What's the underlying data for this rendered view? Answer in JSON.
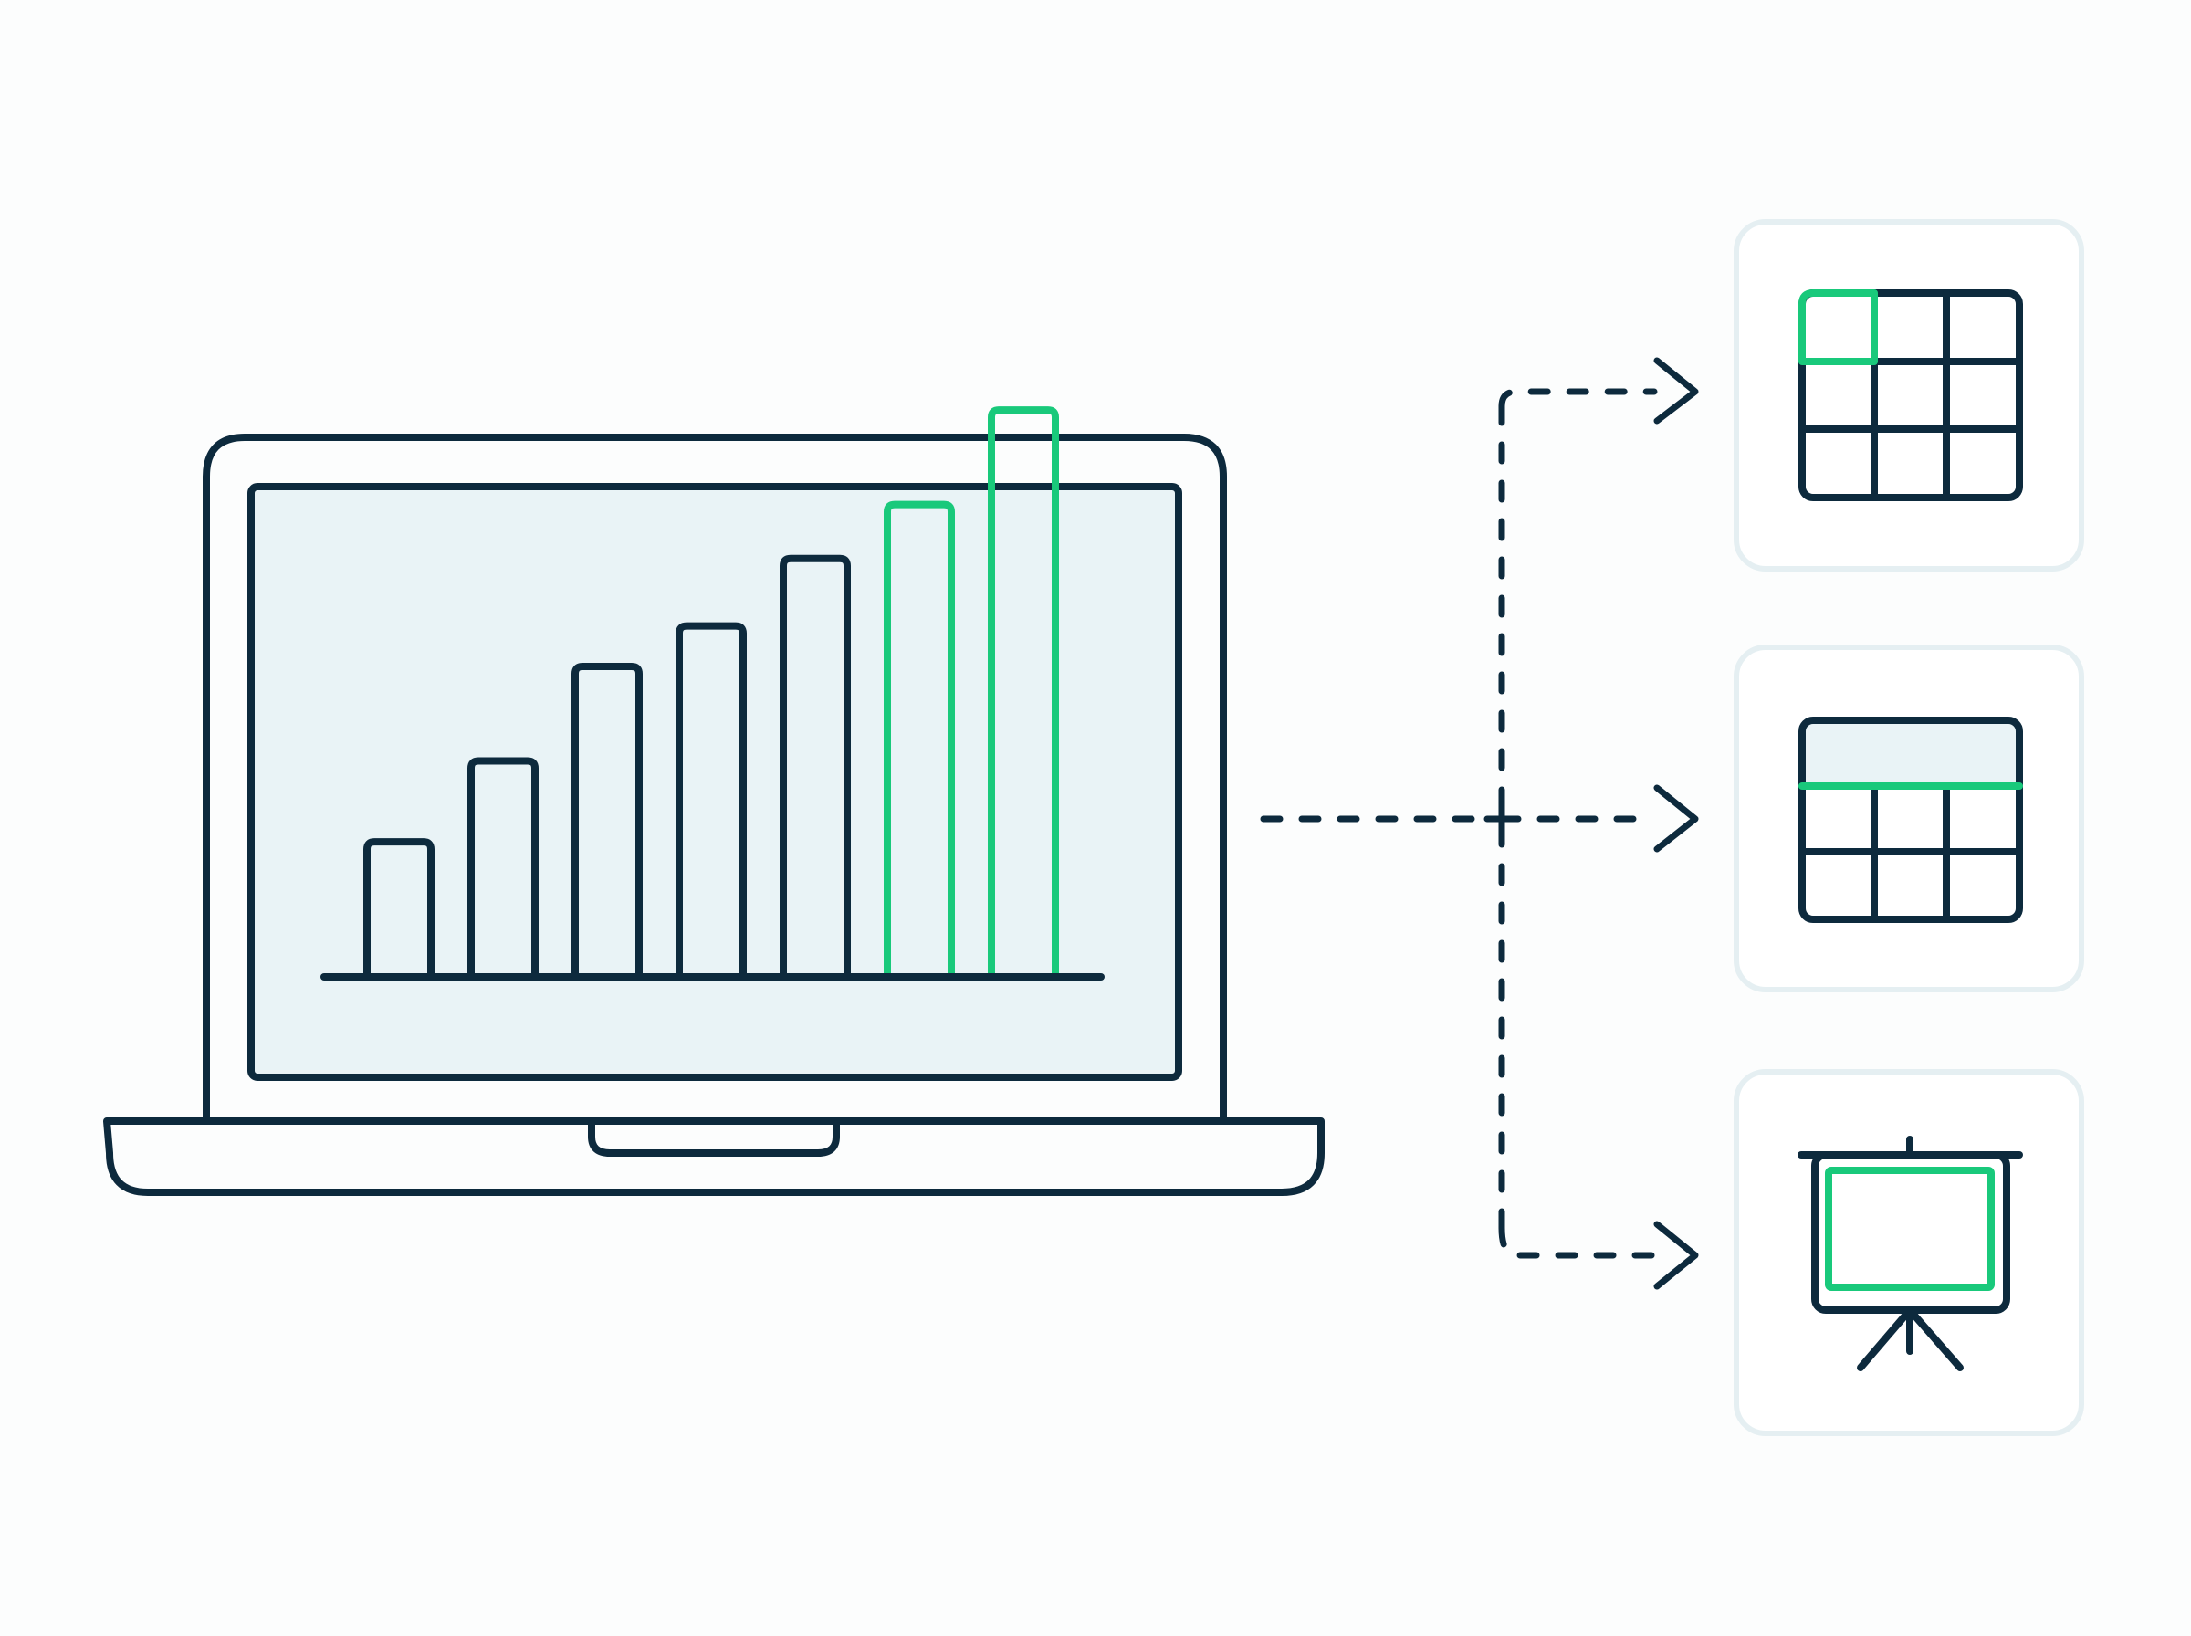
{
  "colors": {
    "background": "#fcfdfd",
    "outline": "#0d2a3d",
    "accent": "#19c97b",
    "screen_fill": "#e9f3f6",
    "card_border": "#e5eff2",
    "card_fill": "#ffffff"
  },
  "laptop": {
    "icon": "laptop-icon",
    "chart_data": {
      "type": "bar",
      "categories": [
        "",
        "",
        "",
        "",
        "",
        "",
        ""
      ],
      "values": [
        1.0,
        1.6,
        2.3,
        2.6,
        3.1,
        3.5,
        4.2
      ],
      "highlighted": [
        false,
        false,
        false,
        false,
        false,
        true,
        true
      ],
      "ylim": [
        0,
        4.6
      ],
      "grid": false
    }
  },
  "outputs": [
    {
      "icon": "spreadsheet-icon",
      "highlight": "top-left-cell"
    },
    {
      "icon": "table-header-icon",
      "highlight": "header-row"
    },
    {
      "icon": "presentation-icon",
      "highlight": "slide"
    }
  ],
  "connector": {
    "style": "dashed",
    "branches": 3
  }
}
